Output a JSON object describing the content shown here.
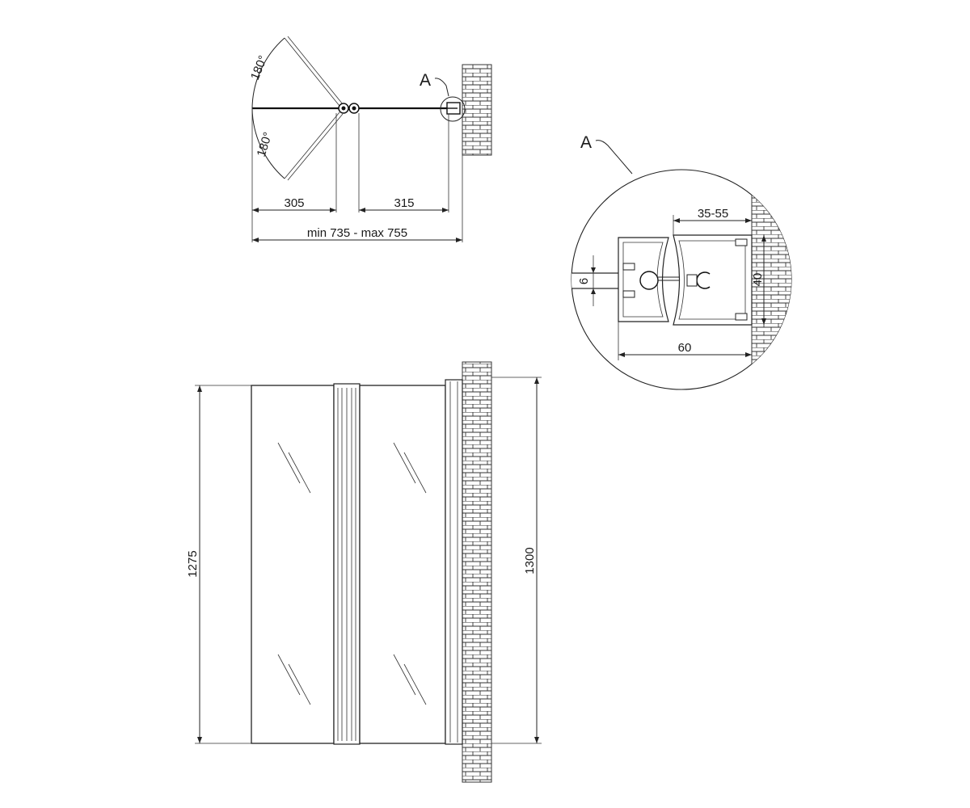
{
  "plan_view": {
    "angle_upper": "180°",
    "angle_lower": "180°",
    "callout": "A",
    "dim_left": "305",
    "dim_right": "315",
    "dim_total": "min 735 - max 755"
  },
  "detail_view": {
    "callout": "A",
    "dim_wall_range": "35-55",
    "dim_glass": "6",
    "dim_profile_depth": "40",
    "dim_width": "60"
  },
  "elevation_view": {
    "dim_panel_height": "1275",
    "dim_total_height": "1300"
  }
}
